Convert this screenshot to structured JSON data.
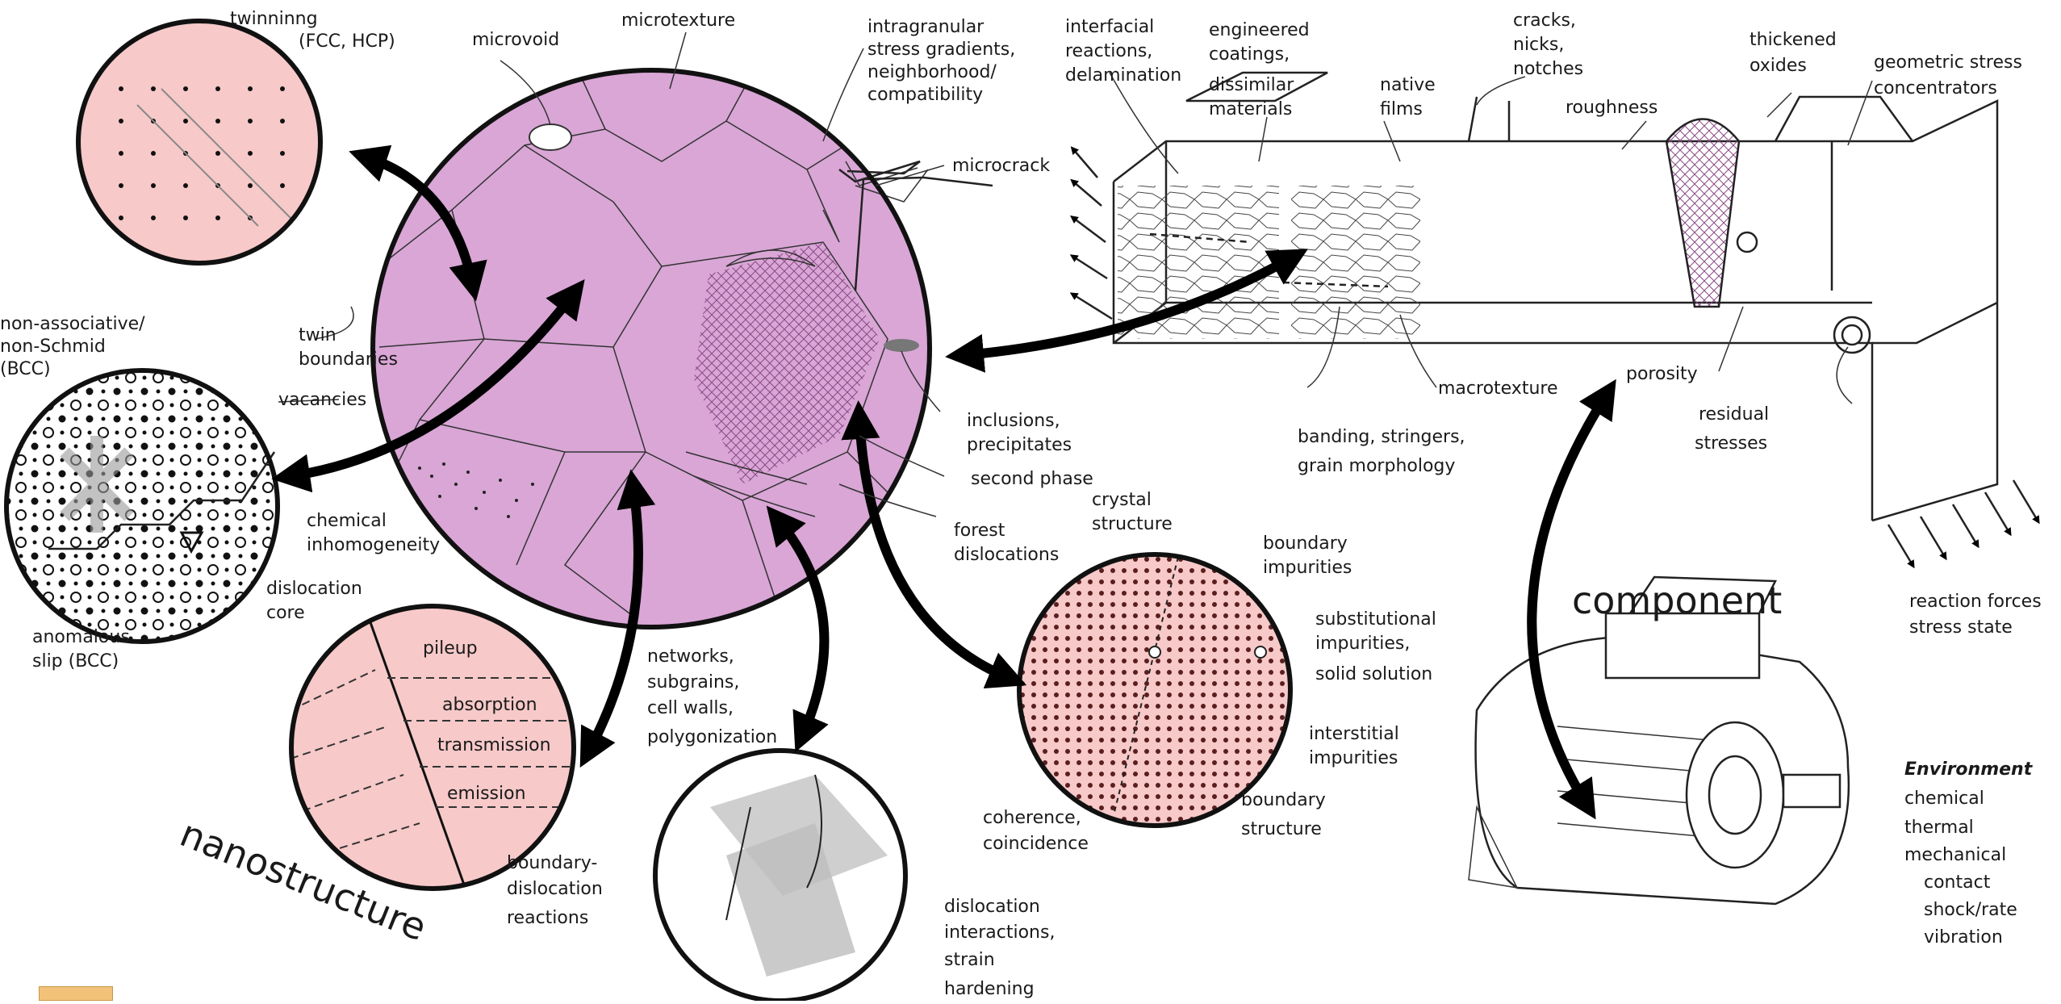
{
  "scales": {
    "nanostructure": "nanostructure",
    "component": "component"
  },
  "labels": {
    "twinning": "twinninng",
    "twinning_sub": "(FCC, HCP)",
    "microvoid": "microvoid",
    "microtexture": "microtexture",
    "intragranular": [
      "intragranular",
      "stress gradients,",
      "neighborhood/",
      "compatibility"
    ],
    "microcrack": "microcrack",
    "non_associative": [
      "non-associative/",
      "non-Schmid",
      "(BCC)"
    ],
    "twin_boundaries": [
      "twin",
      "boundaries"
    ],
    "vacancies": "vacancies",
    "chemical_inhomogeneity": [
      "chemical",
      "inhomogeneity"
    ],
    "dislocation_core": [
      "dislocation",
      "core"
    ],
    "anomalous_slip": [
      "anomalous",
      "slip (BCC)"
    ],
    "inclusions": [
      "inclusions,",
      "precipitates"
    ],
    "second_phase": "second phase",
    "forest_dislocations": [
      "forest",
      "dislocations"
    ],
    "crystal_structure": [
      "crystal",
      "structure"
    ],
    "boundary_impurities": [
      "boundary",
      "impurities"
    ],
    "substitutional": [
      "substitutional",
      "impurities,",
      "solid solution"
    ],
    "interstitial": [
      "interstitial",
      "impurities"
    ],
    "boundary_structure": [
      "boundary",
      "structure"
    ],
    "coherence": [
      "coherence,",
      "coincidence"
    ],
    "networks": [
      "networks,",
      "subgrains,",
      "cell walls,",
      "polygonization"
    ],
    "dislocation_interactions": [
      "dislocation",
      "interactions,",
      "strain",
      "hardening"
    ],
    "pileup": "pileup",
    "absorption": "absorption",
    "transmission": "transmission",
    "emission": "emission",
    "boundary_dislocation": [
      "boundary-",
      "dislocation",
      "reactions"
    ],
    "interfacial": [
      "interfacial",
      "reactions,",
      "delamination"
    ],
    "engineered_coatings": [
      "engineered",
      "coatings,",
      "dissimilar",
      "materials"
    ],
    "native_films": [
      "native",
      "films"
    ],
    "cracks": [
      "cracks,",
      "nicks,",
      "notches"
    ],
    "roughness": "roughness",
    "thickened_oxides": [
      "thickened",
      "oxides"
    ],
    "geometric_stress": [
      "geometric stress",
      "concentrators"
    ],
    "macrotexture": "macrotexture",
    "porosity": "porosity",
    "residual_stresses": [
      "residual",
      "stresses"
    ],
    "banding": [
      "banding, stringers,",
      "grain morphology"
    ],
    "reaction_forces": [
      "reaction forces",
      "stress state"
    ],
    "environment_title": "Environment",
    "environment_items": [
      "chemical",
      "thermal",
      "mechanical",
      "contact",
      "shock/rate",
      "vibration"
    ]
  },
  "colors": {
    "micro_fill": "#d9a6d6",
    "nano_fill": "#f7c9c9",
    "white": "#ffffff",
    "ink": "#111111"
  }
}
